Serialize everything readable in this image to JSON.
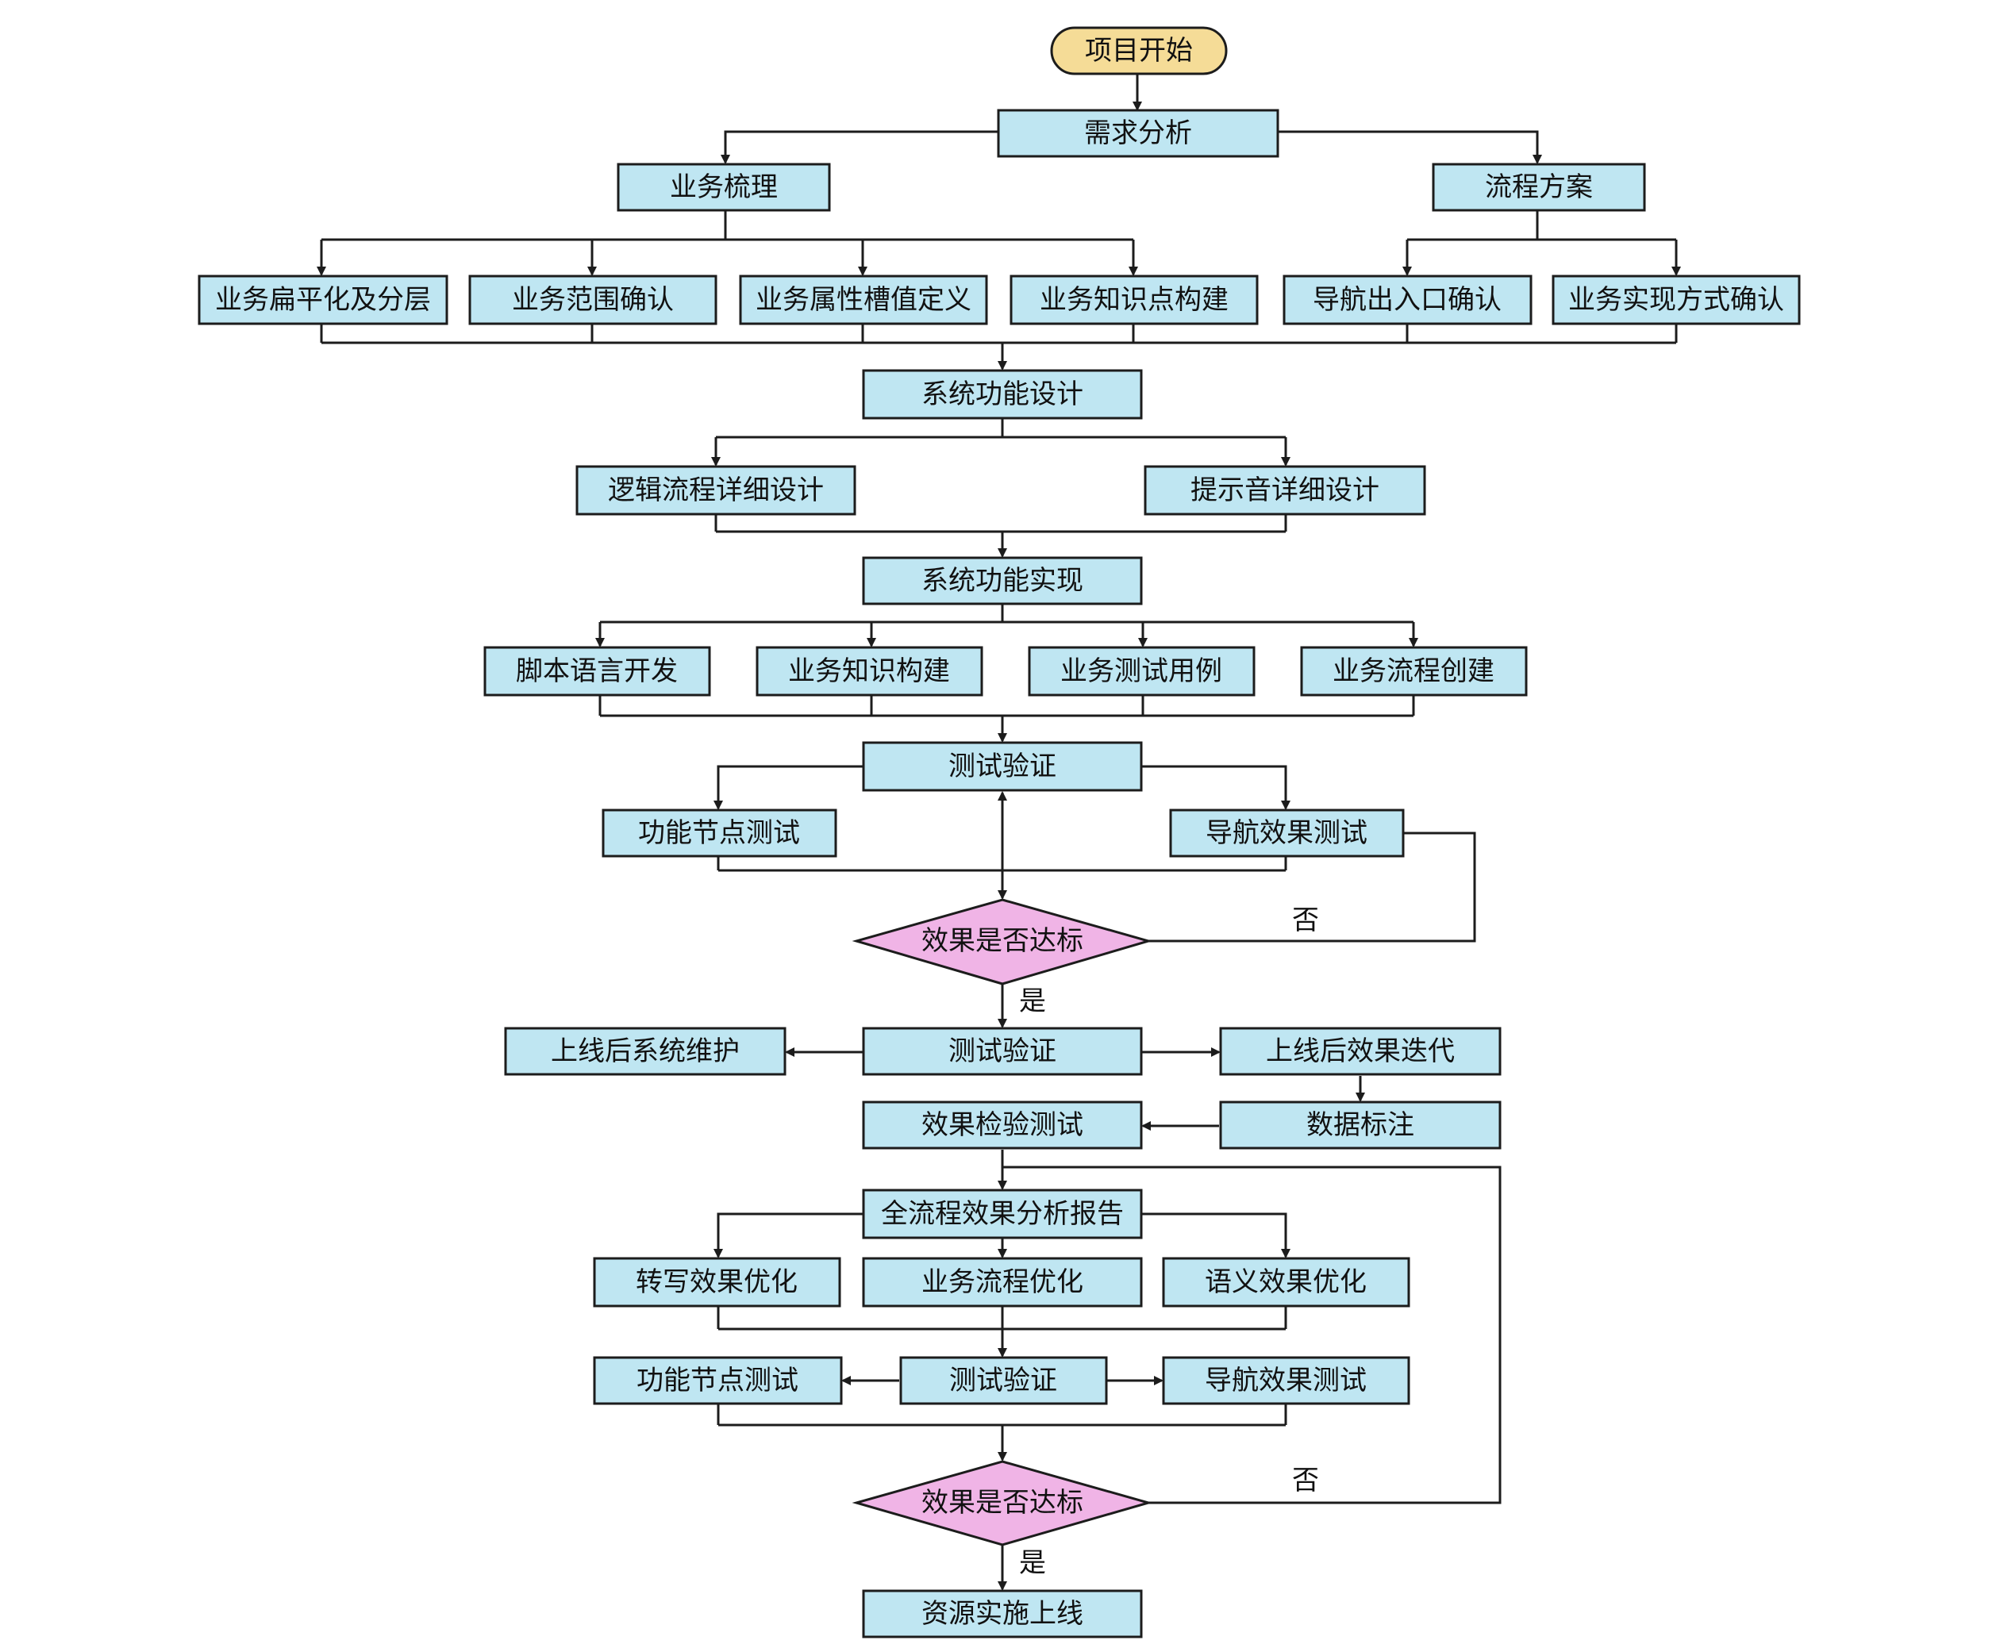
{
  "nodes": {
    "start": "项目开始",
    "req": "需求分析",
    "biz_sort": "业务梳理",
    "flow_plan": "流程方案",
    "flatten": "业务扁平化及分层",
    "scope": "业务范围确认",
    "slot": "业务属性槽值定义",
    "knowledge_pt": "业务知识点构建",
    "nav_io": "导航出入口确认",
    "impl_mode": "业务实现方式确认",
    "sys_design": "系统功能设计",
    "logic_design": "逻辑流程详细设计",
    "prompt_design": "提示音详细设计",
    "sys_impl": "系统功能实现",
    "script_dev": "脚本语言开发",
    "knowledge_build": "业务知识构建",
    "test_case": "业务测试用例",
    "flow_create": "业务流程创建",
    "test1": "测试验证",
    "node_test1": "功能节点测试",
    "nav_test1": "导航效果测试",
    "decision1": "效果是否达标",
    "test2": "测试验证",
    "maint": "上线后系统维护",
    "iterate": "上线后效果迭代",
    "label_data": "数据标注",
    "check_test": "效果检验测试",
    "report": "全流程效果分析报告",
    "asr_opt": "转写效果优化",
    "flow_opt": "业务流程优化",
    "sem_opt": "语义效果优化",
    "test3": "测试验证",
    "node_test2": "功能节点测试",
    "nav_test2": "导航效果测试",
    "decision2": "效果是否达标",
    "launch": "资源实施上线"
  },
  "edge_labels": {
    "yes1": "是",
    "no1": "否",
    "yes2": "是",
    "no2": "否"
  }
}
